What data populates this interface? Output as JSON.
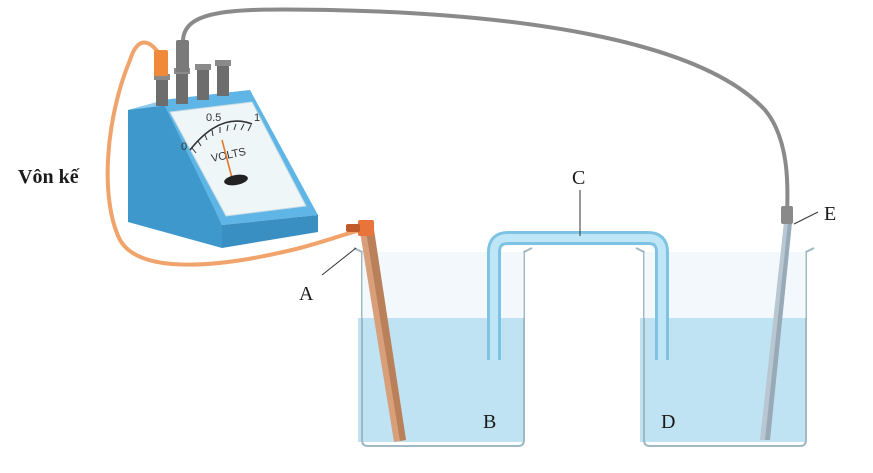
{
  "labels": {
    "voltmeter": "Vôn kế",
    "a": "A",
    "b": "B",
    "c": "C",
    "d": "D",
    "e": "E"
  },
  "meter": {
    "scale_zero": "0",
    "scale_mid": "0.5",
    "scale_one": "1",
    "unit": "VOLTS"
  },
  "colors": {
    "meter_body": "#5fb6e6",
    "meter_face": "#eef6f8",
    "orange_wire": "#f0a36a",
    "grey_wire": "#8a8a8a",
    "water": "#bfe3f3",
    "salt_bridge": "#a9d9ef",
    "electrode_a": "#d7a07a"
  }
}
